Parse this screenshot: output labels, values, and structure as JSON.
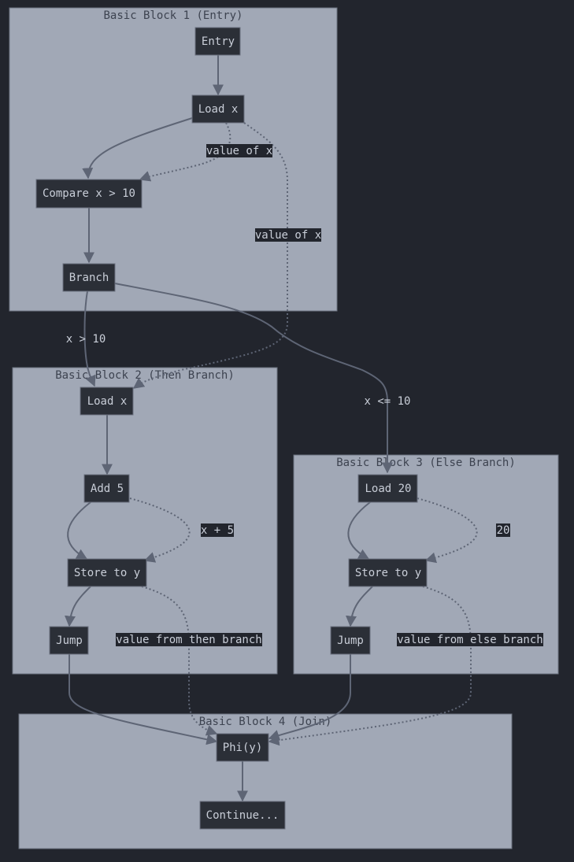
{
  "clusters": {
    "block1": "Basic Block 1 (Entry)",
    "block2": "Basic Block 2 (Then Branch)",
    "block3": "Basic Block 3 (Else Branch)",
    "block4": "Basic Block 4 (Join)"
  },
  "nodes": {
    "entry": "Entry",
    "load_x_1": "Load x",
    "compare": "Compare x > 10",
    "branch": "Branch",
    "load_x_2": "Load x",
    "add_5": "Add 5",
    "store_y_then": "Store to y",
    "jump_then": "Jump",
    "load_20": "Load 20",
    "store_y_else": "Store to y",
    "jump_else": "Jump",
    "phi": "Phi(y)",
    "continue": "Continue..."
  },
  "edge_labels": {
    "value_of_x_1": "value of x",
    "value_of_x_2": "value of x",
    "x_gt_10": "x > 10",
    "x_le_10": "x <= 10",
    "x_plus_5": "x + 5",
    "twenty": "20",
    "value_from_then": "value from then branch",
    "value_from_else": "value from else branch"
  },
  "colors": {
    "background": "#22252d",
    "cluster_fill": "#a1a8b6",
    "node_fill": "#2b2f37",
    "edge": "#5e6575",
    "text_light": "#c9ced8",
    "text_dark": "#3d4350"
  }
}
